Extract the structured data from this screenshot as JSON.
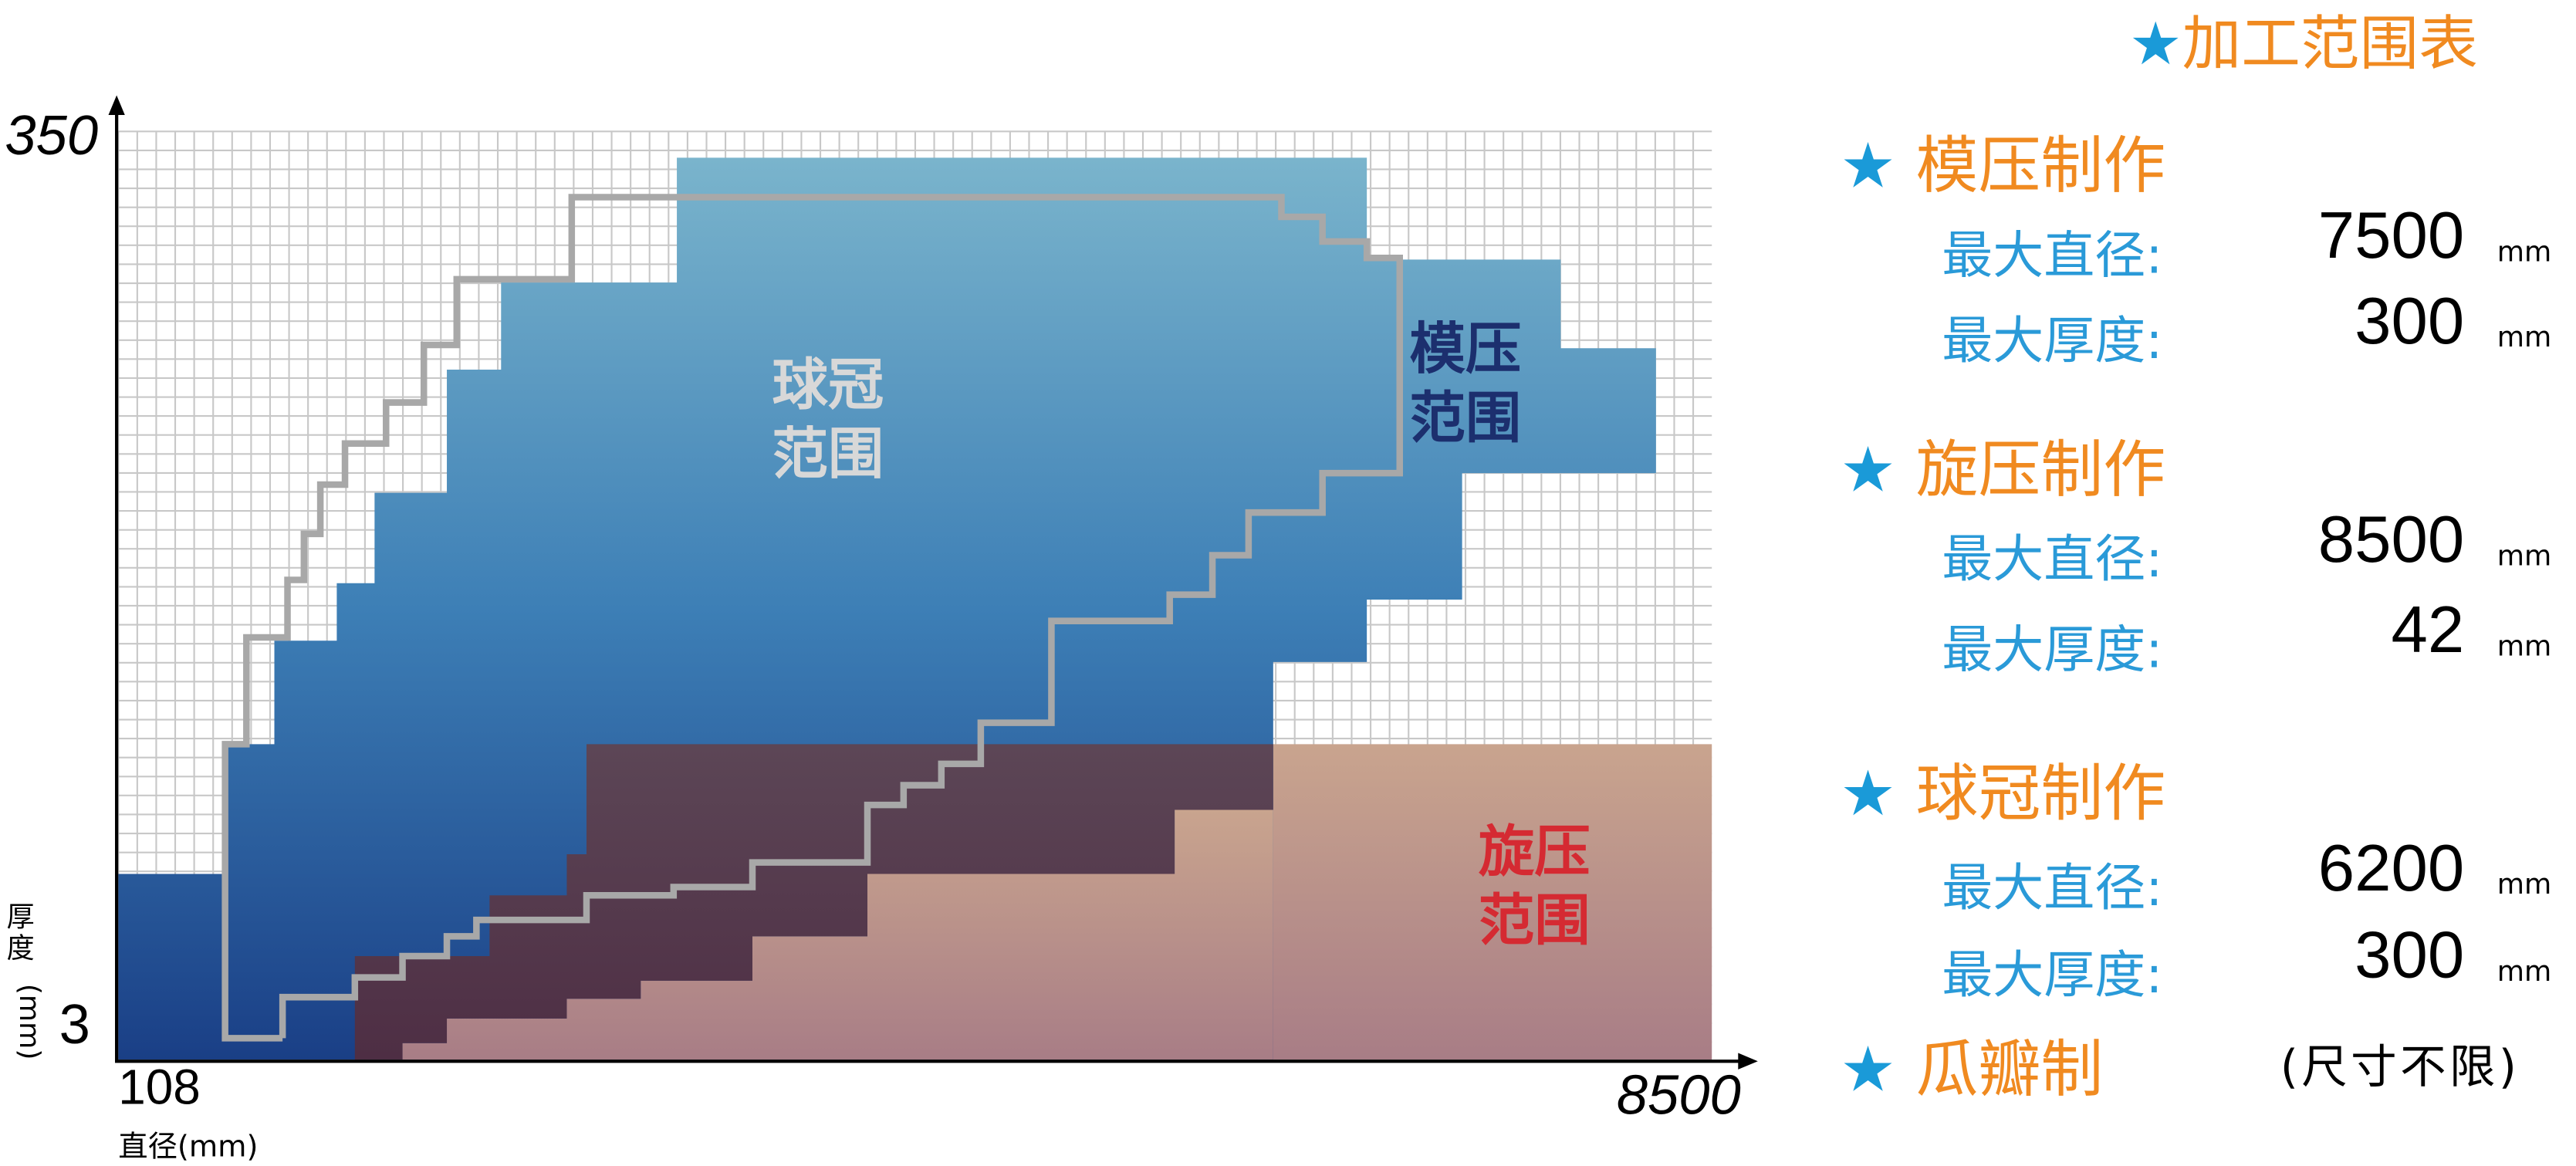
{
  "axes": {
    "y_max": "350",
    "y_min": "3",
    "y_label": "厚度",
    "y_unit": "(mm)",
    "x_min": "108",
    "x_max": "8500",
    "x_label": "直径(mm)"
  },
  "regions": {
    "die_pressing": {
      "line1": "模压",
      "line2": "范围"
    },
    "spinning": {
      "line1": "旋压",
      "line2": "范围"
    },
    "spherical_cap": {
      "line1": "球冠",
      "line2": "范围"
    }
  },
  "colors": {
    "die_pressing_top": "#7ab4cc",
    "die_pressing_bottom": "#1a3f86",
    "spinning_top": "#c9a48e",
    "spinning_bottom": "#a87d86",
    "overlap": "#553a4e",
    "spherical_cap_line": "#a8a8a8",
    "accent_blue": "#1a9ad8",
    "accent_orange": "#f08a20",
    "spinning_label": "#d52a32",
    "die_pressing_label": "#1c2f6e"
  },
  "side": {
    "title": "加工范围表",
    "star": "★",
    "sections": [
      {
        "title": "模压制作",
        "rows": [
          {
            "label": "最大直径:",
            "value": "7500",
            "unit": "mm"
          },
          {
            "label": "最大厚度:",
            "value": "300",
            "unit": "mm"
          }
        ]
      },
      {
        "title": "旋压制作",
        "rows": [
          {
            "label": "最大直径:",
            "value": "8500",
            "unit": "mm"
          },
          {
            "label": "最大厚度:",
            "value": "42",
            "unit": "mm"
          }
        ]
      },
      {
        "title": "球冠制作",
        "rows": [
          {
            "label": "最大直径:",
            "value": "6200",
            "unit": "mm"
          },
          {
            "label": "最大厚度:",
            "value": "300",
            "unit": "mm"
          }
        ]
      },
      {
        "title": "瓜瓣制",
        "note": "(尺寸不限)"
      }
    ]
  }
}
